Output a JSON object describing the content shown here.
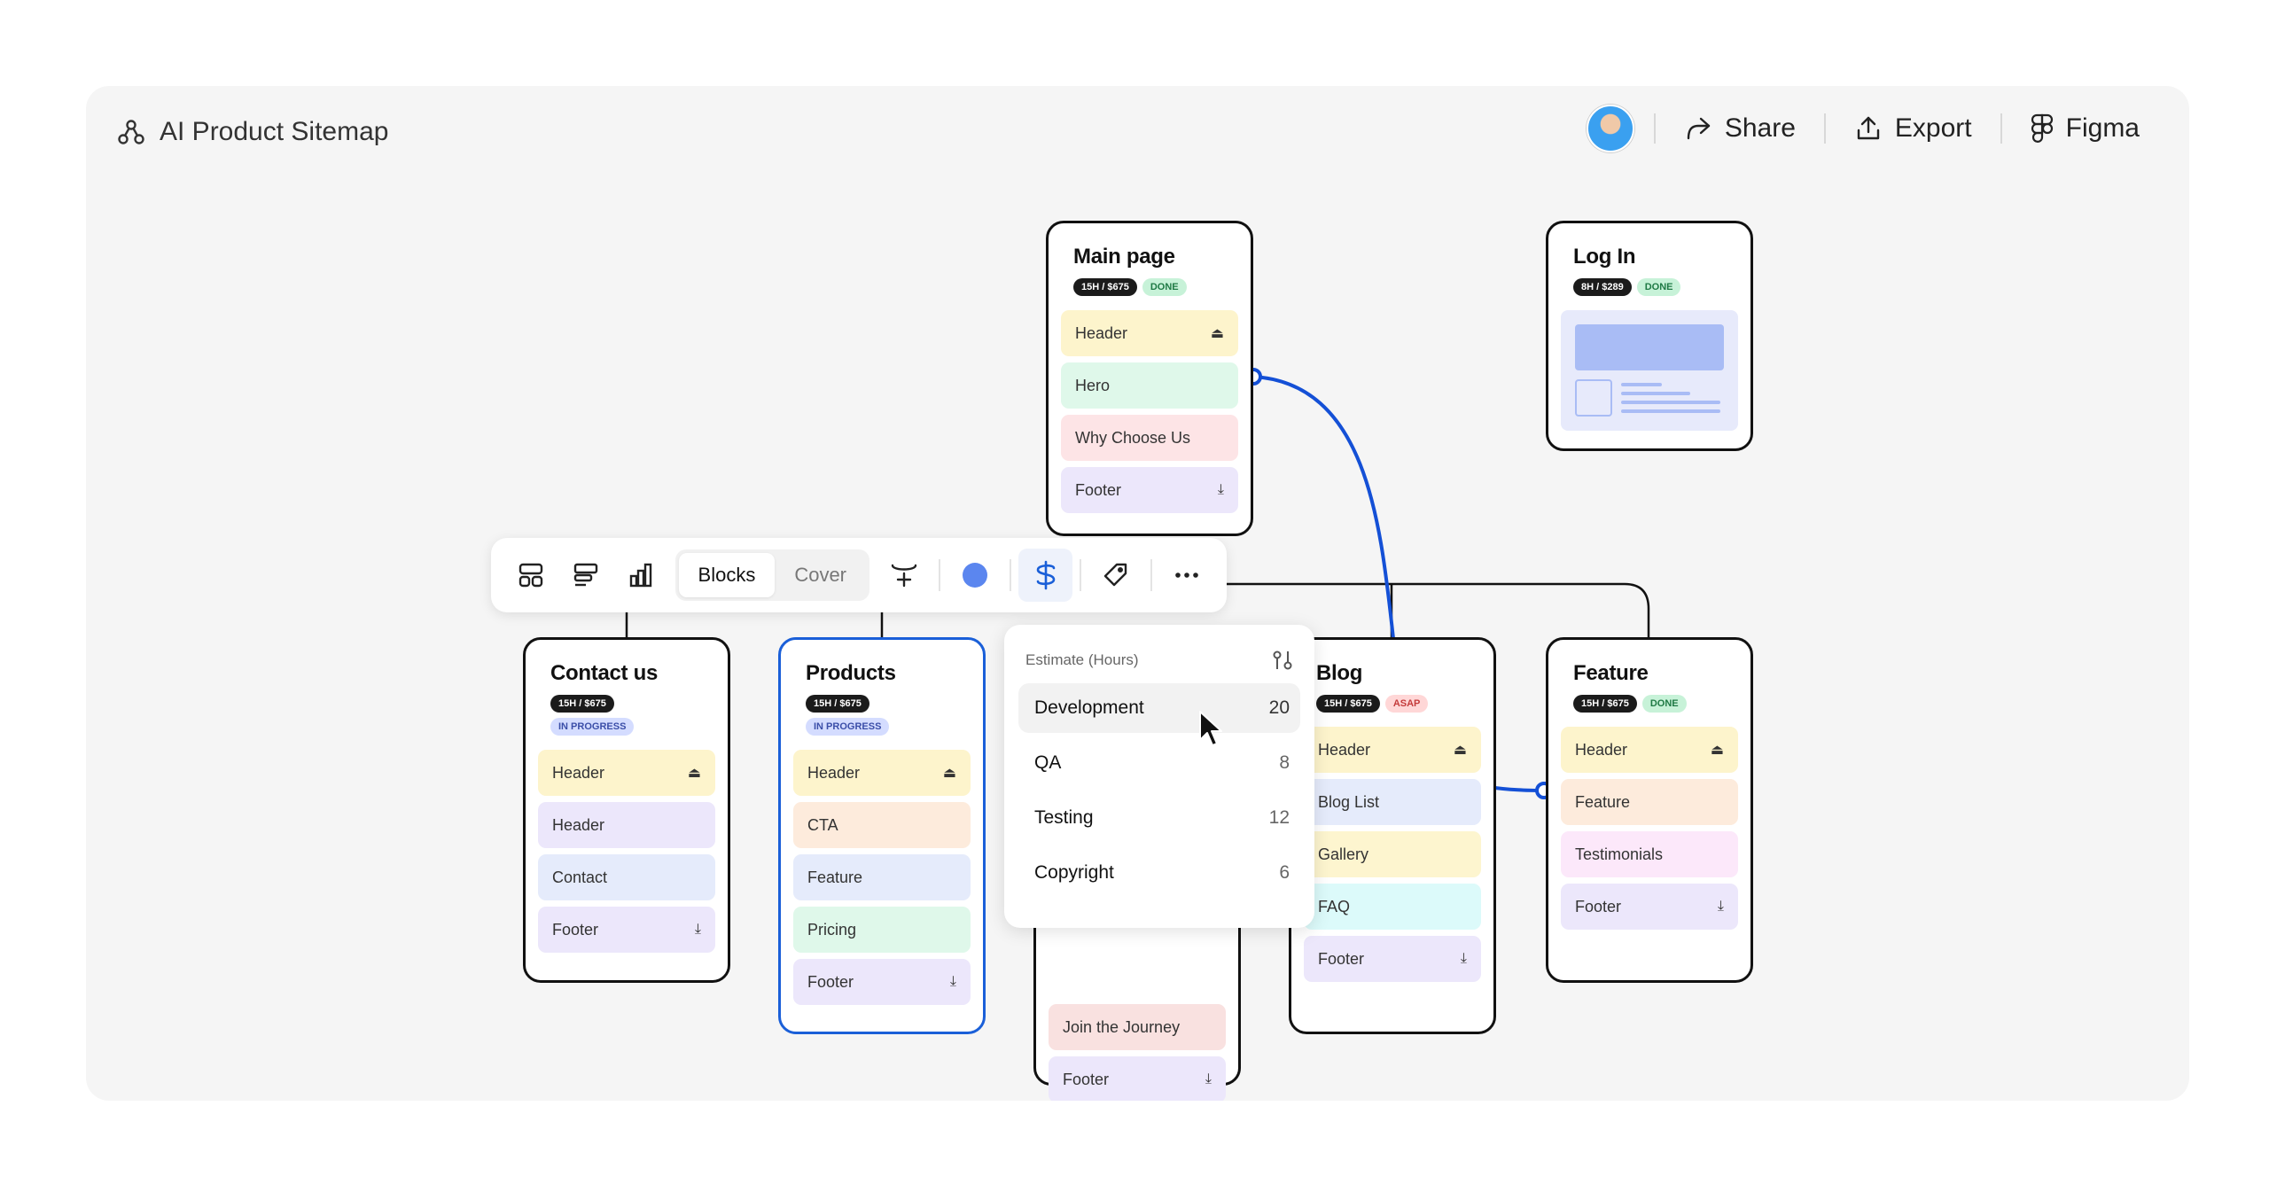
{
  "app": {
    "title": "AI Product Sitemap"
  },
  "topbar": {
    "share_label": "Share",
    "export_label": "Export",
    "figma_label": "Figma"
  },
  "cards": {
    "main": {
      "title": "Main page",
      "tag_cost": "15H / $675",
      "tag_status": "DONE",
      "blocks": [
        "Header",
        "Hero",
        "Why Choose Us",
        "Footer"
      ]
    },
    "login": {
      "title": "Log In",
      "tag_cost": "8H / $289",
      "tag_status": "DONE"
    },
    "contact": {
      "title": "Contact us",
      "tag_cost": "15H / $675",
      "tag_status": "IN PROGRESS",
      "blocks": [
        "Header",
        "Header",
        "Contact",
        "Footer"
      ]
    },
    "products": {
      "title": "Products",
      "tag_cost": "15H / $675",
      "tag_status": "IN PROGRESS",
      "blocks": [
        "Header",
        "CTA",
        "Feature",
        "Pricing",
        "Footer"
      ]
    },
    "hidden": {
      "blocks": [
        "Join the Journey",
        "Footer"
      ]
    },
    "blog": {
      "title": "Blog",
      "tag_cost": "15H / $675",
      "tag_status": "ASAP",
      "blocks": [
        "Header",
        "Blog List",
        "Gallery",
        "FAQ",
        "Footer"
      ]
    },
    "feature": {
      "title": "Feature",
      "tag_cost": "15H / $675",
      "tag_status": "DONE",
      "blocks": [
        "Header",
        "Feature",
        "Testimonials",
        "Footer"
      ]
    }
  },
  "toolbar": {
    "segments": [
      "Blocks",
      "Cover"
    ],
    "selected_segment": "Blocks",
    "color_accent": "#5b86ef"
  },
  "estimate_menu": {
    "title": "Estimate (Hours)",
    "rows": [
      {
        "label": "Development",
        "value": "20"
      },
      {
        "label": "QA",
        "value": "8"
      },
      {
        "label": "Testing",
        "value": "12"
      },
      {
        "label": "Copyright",
        "value": "6"
      }
    ]
  },
  "colors": {
    "selection": "#1a5fd8",
    "connector": "#1450d6"
  }
}
